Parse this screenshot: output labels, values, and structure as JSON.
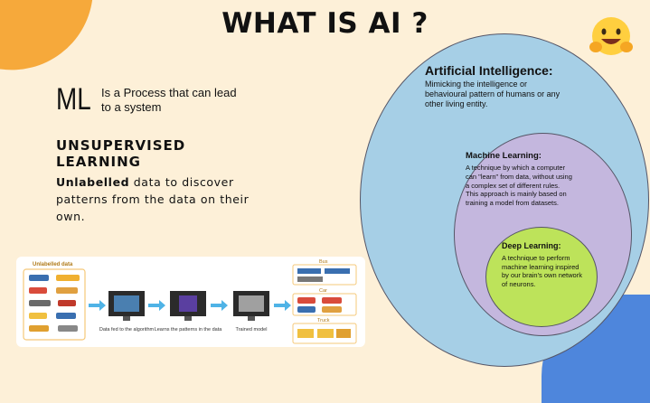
{
  "title": "WHAT IS AI ?",
  "ml": {
    "acronym": "ML",
    "description": "Is a Process that can lead to a system"
  },
  "unsupervised": {
    "heading": "UNSUPERVISED LEARNING",
    "bold": "Unlabelled",
    "rest": " data to discover patterns from the data on their own."
  },
  "pipeline": {
    "unlabelled_label": "Unlabelled data",
    "step1": "Data fed to the algorithm",
    "step2": "Learns the patterns in the data",
    "step3": "Trained model",
    "groups": [
      "Bus",
      "Car",
      "Truck"
    ],
    "colors": {
      "arrow": "#4fb3e6",
      "panel_border": "#f5c879"
    }
  },
  "ai": {
    "heading": "Artificial Intelligence:",
    "text": "Mimicking the intelligence or behavioural pattern of humans or any other living entity."
  },
  "machine_learning": {
    "heading": "Machine Learning:",
    "text": "A technique by which a computer can \"learn\" from data, without using a complex set of different rules. This approach is mainly based on training a model from datasets."
  },
  "deep_learning": {
    "heading": "Deep Learning:",
    "text": "A technique to perform machine learning inspired by our brain's own network of neurons."
  },
  "colors": {
    "background": "#fdf0d8",
    "ai_circle": "#a6cfe6",
    "ml_circle": "#c4b7de",
    "dl_circle": "#bde35a",
    "accent_orange": "#f6a93b",
    "accent_blue": "#4e86dc"
  },
  "icons": [
    "hugging-face-emoji-icon",
    "car-icon",
    "bus-icon",
    "truck-icon",
    "monitor-icon",
    "arrow-icon"
  ]
}
